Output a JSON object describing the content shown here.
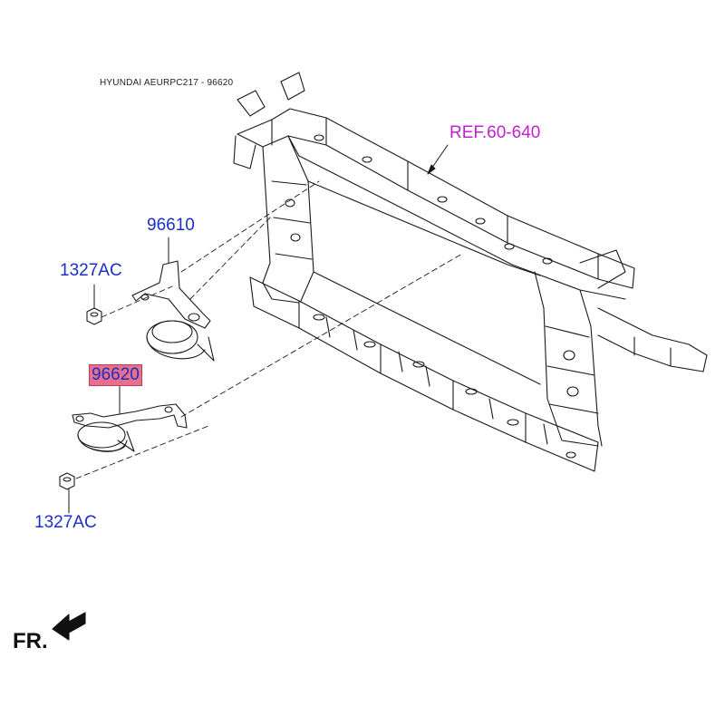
{
  "header": {
    "title": "HYUNDAI AEURPC217 - 96620"
  },
  "callouts": {
    "ref": "REF.60-640",
    "horn_high": "96610",
    "nut_top": "1327AC",
    "horn_low": "96620",
    "nut_bottom": "1327AC"
  },
  "orientation": {
    "label": "FR."
  },
  "colors": {
    "part_number": "#1b2fc8",
    "reference": "#c020d0",
    "highlight": "#e8708a"
  }
}
